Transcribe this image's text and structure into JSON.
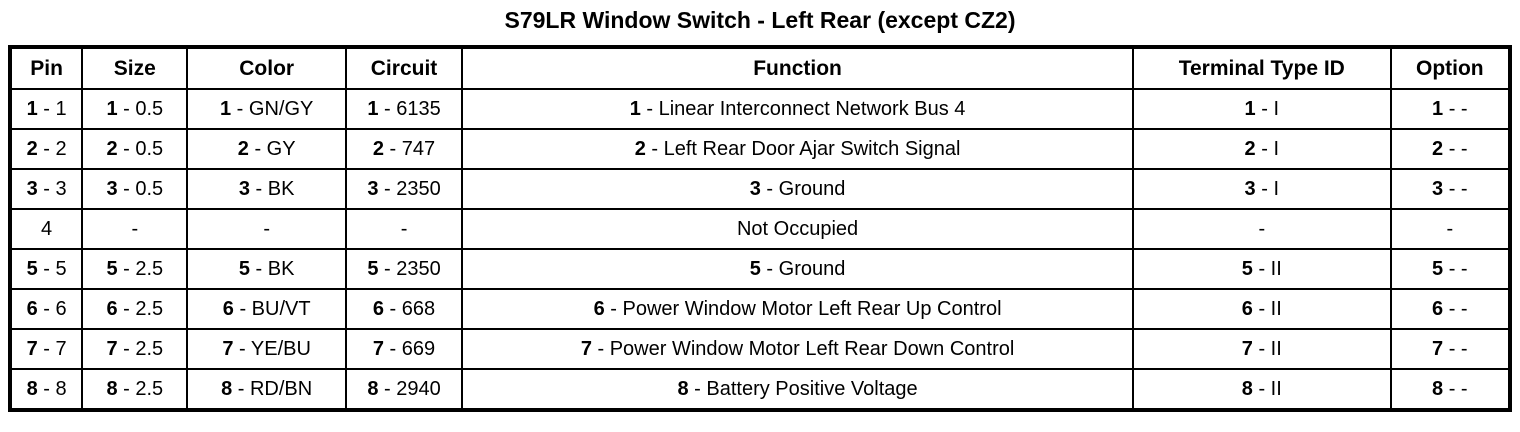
{
  "title": "S79LR Window Switch - Left Rear (except CZ2)",
  "table": {
    "columns": [
      {
        "label": "Pin"
      },
      {
        "label": "Size"
      },
      {
        "label": "Color"
      },
      {
        "label": "Circuit"
      },
      {
        "label": "Function"
      },
      {
        "label": "Terminal Type ID"
      },
      {
        "label": "Option"
      }
    ],
    "rows": [
      {
        "cells": [
          {
            "b": "1",
            "t": " - 1"
          },
          {
            "b": "1",
            "t": " - 0.5"
          },
          {
            "b": "1",
            "t": " - GN/GY"
          },
          {
            "b": "1",
            "t": " - 6135"
          },
          {
            "b": "1",
            "t": " - Linear Interconnect Network Bus 4"
          },
          {
            "b": "1",
            "t": " - I"
          },
          {
            "b": "1",
            "t": " - -"
          }
        ]
      },
      {
        "cells": [
          {
            "b": "2",
            "t": " - 2"
          },
          {
            "b": "2",
            "t": " - 0.5"
          },
          {
            "b": "2",
            "t": " - GY"
          },
          {
            "b": "2",
            "t": " - 747"
          },
          {
            "b": "2",
            "t": " - Left Rear Door Ajar Switch Signal"
          },
          {
            "b": "2",
            "t": " - I"
          },
          {
            "b": "2",
            "t": " - -"
          }
        ]
      },
      {
        "cells": [
          {
            "b": "3",
            "t": " - 3"
          },
          {
            "b": "3",
            "t": " - 0.5"
          },
          {
            "b": "3",
            "t": " - BK"
          },
          {
            "b": "3",
            "t": " - 2350"
          },
          {
            "b": "3",
            "t": " - Ground"
          },
          {
            "b": "3",
            "t": " - I"
          },
          {
            "b": "3",
            "t": " - -"
          }
        ]
      },
      {
        "cells": [
          {
            "b": "",
            "t": "4"
          },
          {
            "b": "",
            "t": "-"
          },
          {
            "b": "",
            "t": "-"
          },
          {
            "b": "",
            "t": "-"
          },
          {
            "b": "",
            "t": "Not Occupied"
          },
          {
            "b": "",
            "t": "-"
          },
          {
            "b": "",
            "t": "-"
          }
        ]
      },
      {
        "cells": [
          {
            "b": "5",
            "t": " - 5"
          },
          {
            "b": "5",
            "t": " - 2.5"
          },
          {
            "b": "5",
            "t": " - BK"
          },
          {
            "b": "5",
            "t": " - 2350"
          },
          {
            "b": "5",
            "t": " - Ground"
          },
          {
            "b": "5",
            "t": " - II"
          },
          {
            "b": "5",
            "t": " - -"
          }
        ]
      },
      {
        "cells": [
          {
            "b": "6",
            "t": " - 6"
          },
          {
            "b": "6",
            "t": " - 2.5"
          },
          {
            "b": "6",
            "t": " - BU/VT"
          },
          {
            "b": "6",
            "t": " - 668"
          },
          {
            "b": "6",
            "t": " - Power Window Motor Left Rear Up Control"
          },
          {
            "b": "6",
            "t": " - II"
          },
          {
            "b": "6",
            "t": " - -"
          }
        ]
      },
      {
        "cells": [
          {
            "b": "7",
            "t": " - 7"
          },
          {
            "b": "7",
            "t": " - 2.5"
          },
          {
            "b": "7",
            "t": " - YE/BU"
          },
          {
            "b": "7",
            "t": " - 669"
          },
          {
            "b": "7",
            "t": " - Power Window Motor Left Rear Down Control"
          },
          {
            "b": "7",
            "t": " - II"
          },
          {
            "b": "7",
            "t": " - -"
          }
        ]
      },
      {
        "cells": [
          {
            "b": "8",
            "t": " - 8"
          },
          {
            "b": "8",
            "t": " - 2.5"
          },
          {
            "b": "8",
            "t": " - RD/BN"
          },
          {
            "b": "8",
            "t": " - 2940"
          },
          {
            "b": "8",
            "t": " - Battery Positive Voltage"
          },
          {
            "b": "8",
            "t": " - II"
          },
          {
            "b": "8",
            "t": " - -"
          }
        ]
      }
    ]
  }
}
